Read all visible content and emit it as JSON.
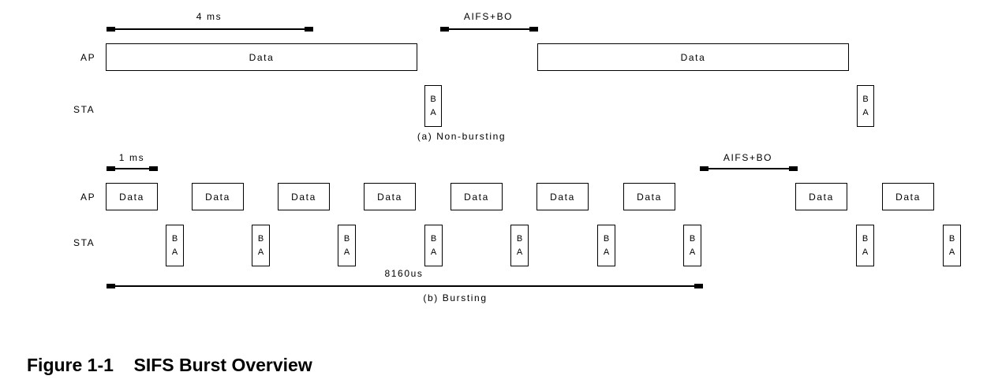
{
  "part_a": {
    "label_4ms": "4 ms",
    "label_aifs": "AIFS+BO",
    "row_ap": "AP",
    "row_sta": "STA",
    "data_label": "Data",
    "ba_top": "B",
    "ba_bottom": "A",
    "caption": "(a) Non-bursting"
  },
  "part_b": {
    "label_1ms": "1 ms",
    "label_aifs": "AIFS+BO",
    "row_ap": "AP",
    "row_sta": "STA",
    "data_label": "Data",
    "ba_top": "B",
    "ba_bottom": "A",
    "label_duration": "8160us",
    "caption": "(b) Bursting"
  },
  "figure": {
    "number": "Figure 1-1",
    "title": "SIFS Burst Overview"
  }
}
